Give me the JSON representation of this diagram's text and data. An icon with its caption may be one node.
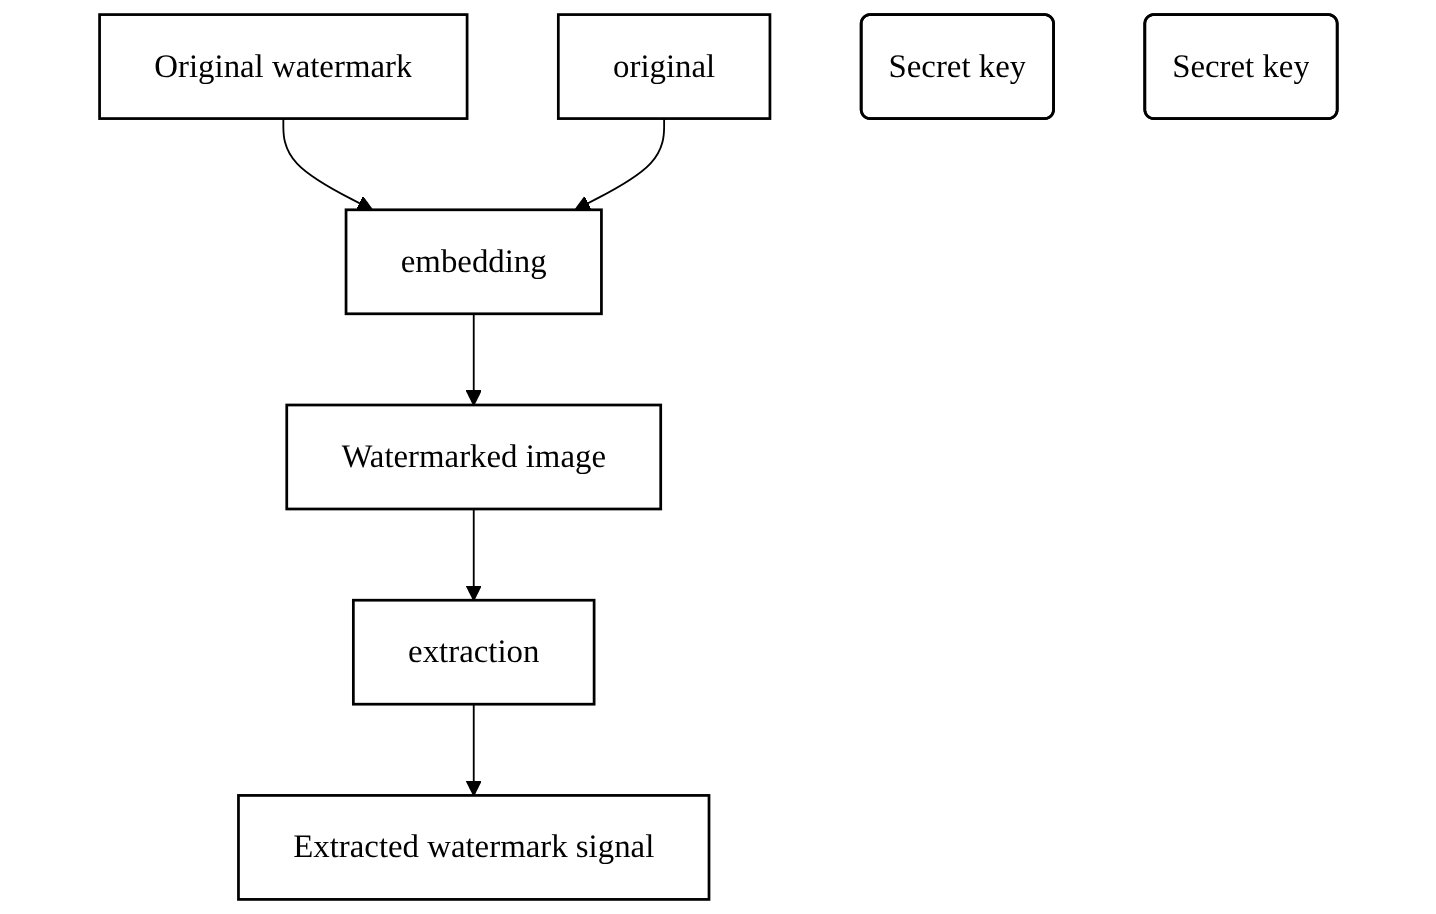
{
  "diagram": {
    "nodes": [
      {
        "text": [
          "Original watermark"
        ]
      },
      {
        "text": [
          "Extracted watermark signal"
        ]
      },
      {
        "text": [
          "original"
        ]
      },
      {
        "text": [
          "embedding"
        ]
      },
      {
        "text": [
          "extraction"
        ]
      },
      {
        "text": [
          "Secret key"
        ]
      },
      {
        "text": [
          "Secret key"
        ]
      },
      {
        "text": [
          "Watermarked image"
        ]
      }
    ],
    "edges": [
      {
        "from": 0,
        "to": 3,
        "arrow": "to"
      },
      {
        "from": 2,
        "to": 3,
        "arrow": "to"
      },
      {
        "from": 3,
        "to": 7,
        "arrow": "to"
      },
      {
        "from": 7,
        "to": 4,
        "arrow": "to"
      },
      {
        "from": 4,
        "to": 1,
        "arrow": "to"
      }
    ]
  }
}
